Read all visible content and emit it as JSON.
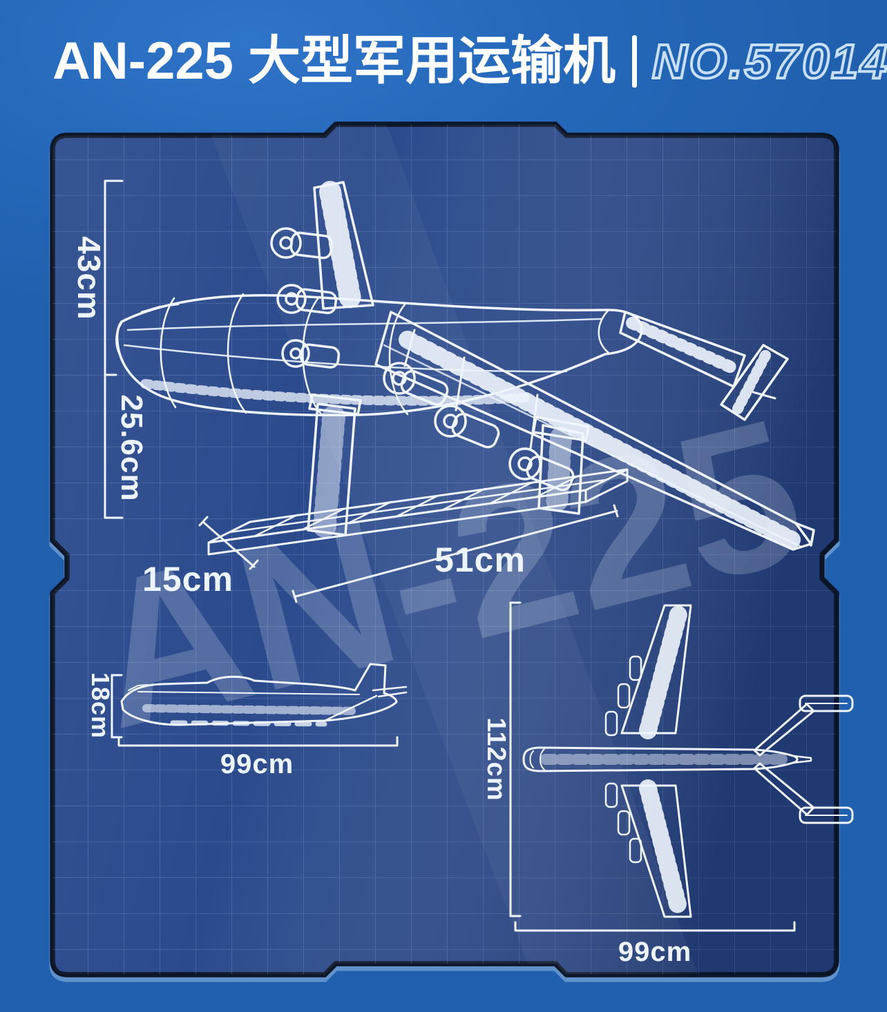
{
  "header": {
    "title": "AN-225 大型军用运输机",
    "separator": "|",
    "model_no": "NO.57014"
  },
  "blueprint": {
    "watermark": "AN-225",
    "views": {
      "main": {
        "label": "main-perspective-view",
        "height_label": "43cm",
        "stand_height_label": "25.6cm",
        "depth_label": "15cm",
        "length_label": "51cm"
      },
      "side": {
        "label": "side-view",
        "height_label": "18cm",
        "length_label": "99cm"
      },
      "top": {
        "label": "top-view",
        "wingspan_label": "112cm",
        "length_label": "99cm"
      }
    },
    "colors": {
      "background": "#2467b8",
      "panel_fill": "#2b4a8c",
      "panel_border": "#0c1628",
      "grid_line": "#96b4e6",
      "line_art": "#f0f5fd",
      "outline_text_stroke": "#c8dff6"
    }
  }
}
